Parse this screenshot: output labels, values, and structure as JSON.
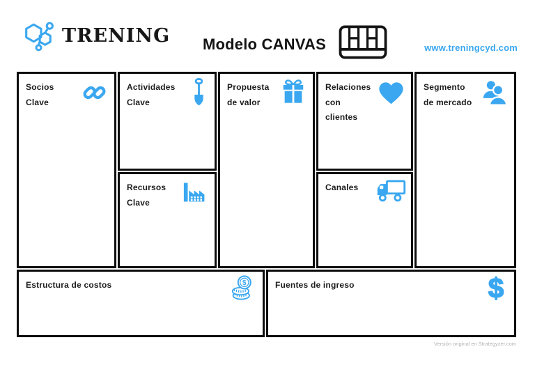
{
  "header": {
    "brand": "TRENING",
    "title": "Modelo CANVAS",
    "website": "www.treningcyd.com"
  },
  "canvas": {
    "cells": [
      {
        "id": "socios-clave",
        "label": "Socios Clave",
        "icon": "link-icon"
      },
      {
        "id": "actividades-clave",
        "label": "Actividades\nClave",
        "icon": "shovel-icon"
      },
      {
        "id": "recursos-clave",
        "label": "Recursos\nClave",
        "icon": "factory-icon"
      },
      {
        "id": "propuesta-de-valor",
        "label": "Propuesta\nde valor",
        "icon": "gift-icon"
      },
      {
        "id": "relaciones-con-clientes",
        "label": "Relaciones\ncon clientes",
        "icon": "heart-icon"
      },
      {
        "id": "canales",
        "label": "Canales",
        "icon": "truck-icon"
      },
      {
        "id": "segmento-de-mercado",
        "label": "Segmento\nde mercado",
        "icon": "people-icon"
      },
      {
        "id": "estructura-de-costos",
        "label": "Estructura de costos",
        "icon": "coins-icon"
      },
      {
        "id": "fuentes-de-ingreso",
        "label": "Fuentes de ingreso",
        "icon": "dollar-icon"
      }
    ]
  },
  "footer": {
    "attribution": "Versión original en Strategyzer.com"
  },
  "colors": {
    "accent": "#3AA7F0",
    "border": "#0e0e0e",
    "muted": "#b3b3b3"
  }
}
